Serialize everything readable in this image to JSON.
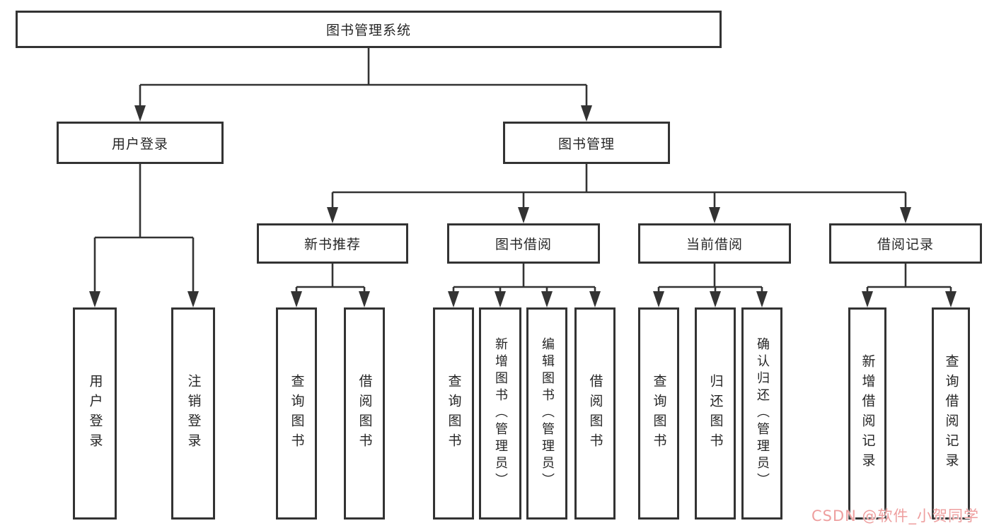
{
  "diagram": {
    "root": {
      "label": "图书管理系统"
    },
    "branches": [
      {
        "label": "用户登录",
        "children": [
          {
            "label": "用户登录"
          },
          {
            "label": "注销登录"
          }
        ]
      },
      {
        "label": "图书管理",
        "children": [
          {
            "label": "新书推荐",
            "children": [
              {
                "label": "查询图书"
              },
              {
                "label": "借阅图书"
              }
            ]
          },
          {
            "label": "图书借阅",
            "children": [
              {
                "label": "查询图书"
              },
              {
                "label": "新增图书（管理员）"
              },
              {
                "label": "编辑图书（管理员）"
              },
              {
                "label": "借阅图书"
              }
            ]
          },
          {
            "label": "当前借阅",
            "children": [
              {
                "label": "查询图书"
              },
              {
                "label": "归还图书"
              },
              {
                "label": "确认归还（管理员）"
              }
            ]
          },
          {
            "label": "借阅记录",
            "children": [
              {
                "label": "新增借阅记录"
              },
              {
                "label": "查询借阅记录"
              }
            ]
          }
        ]
      }
    ]
  },
  "colors": {
    "line": "#333333",
    "box_border": "#333333",
    "text": "#262626",
    "watermark": "#ee9e9e",
    "background": "#ffffff"
  },
  "watermark": {
    "text": "CSDN @软件_小贺同学"
  }
}
